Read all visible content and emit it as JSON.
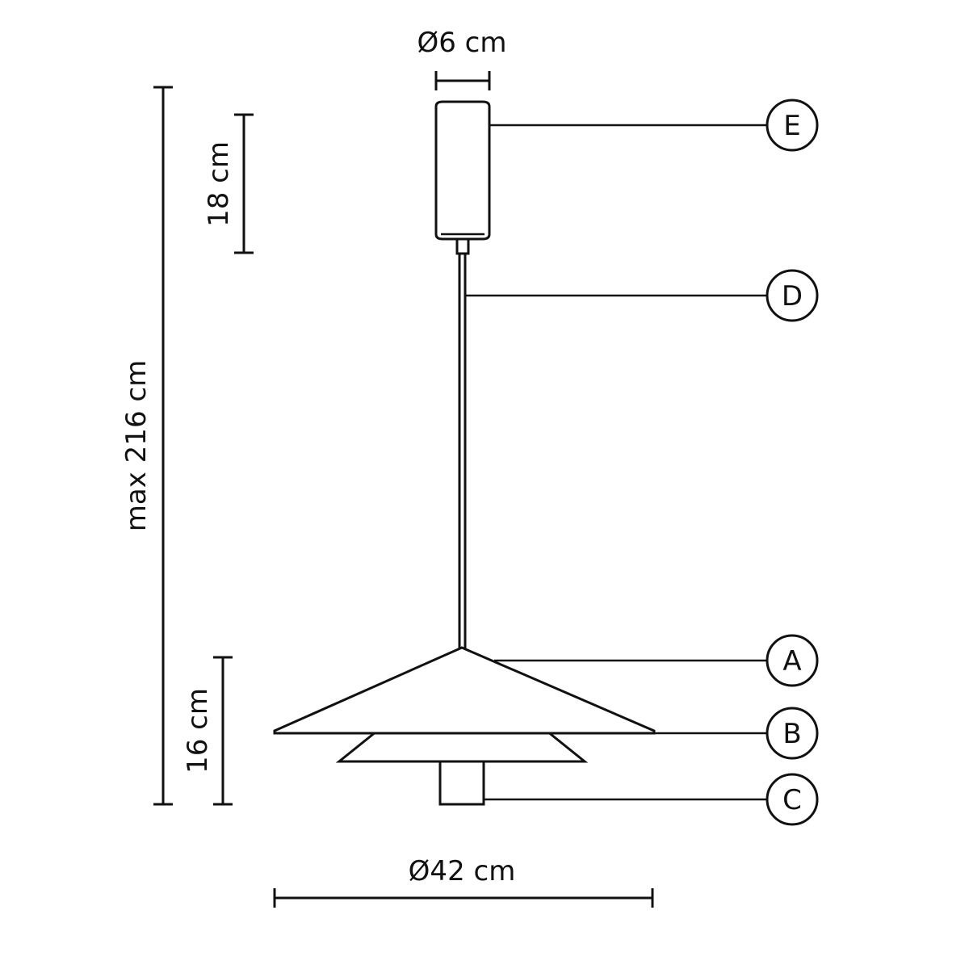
{
  "dimensions": {
    "canopy_diameter": "Ø6 cm",
    "canopy_height": "18 cm",
    "total_height": "max 216 cm",
    "shade_height": "16 cm",
    "shade_diameter": "Ø42 cm"
  },
  "callouts": {
    "a": "A",
    "b": "B",
    "c": "C",
    "d": "D",
    "e": "E"
  },
  "colors": {
    "line": "#111111",
    "background": "#ffffff"
  }
}
